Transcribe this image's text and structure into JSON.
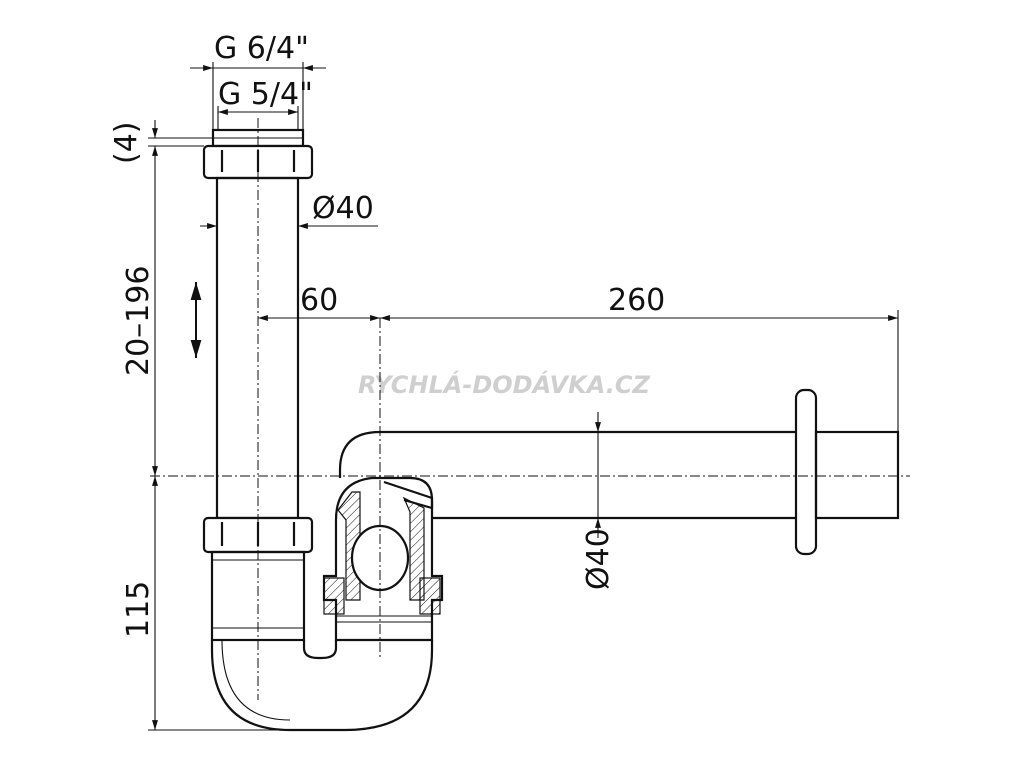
{
  "dimensions": {
    "outer_thread": "G 6/4\"",
    "inner_thread": "G 5/4\"",
    "gap": "(4)",
    "pipe_diameter_top": "Ø40",
    "height_range": "20–196",
    "offset": "60",
    "length": "260",
    "pipe_diameter_side": "Ø40",
    "bottom_height": "115"
  },
  "watermark": "RYCHLÁ-DODÁVKA.CZ"
}
